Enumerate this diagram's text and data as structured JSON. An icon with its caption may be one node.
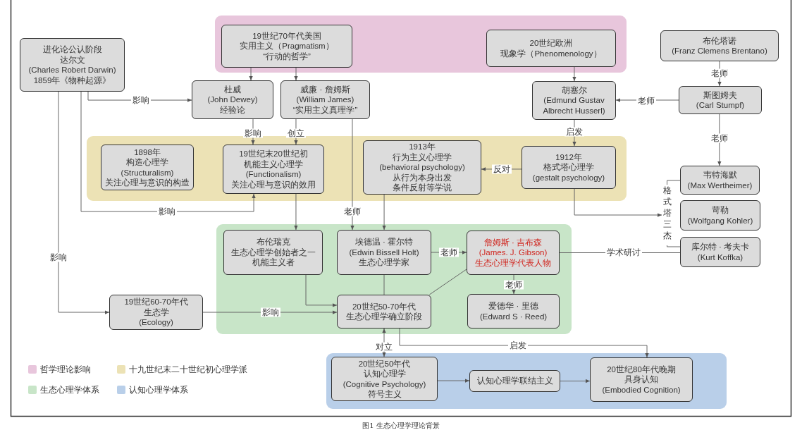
{
  "diagram": {
    "caption": "图1 生态心理学理论背景",
    "nodes": [
      {
        "text": [],
        "shape": "band"
      },
      {
        "text": [
          "19世纪70年代美国",
          "实用主义（Pragmatism）",
          "“行动的哲学”"
        ],
        "in": 0
      },
      {
        "text": [
          "20世纪欧洲",
          "现象学（Phenomenology）"
        ],
        "in": 0
      },
      {
        "text": [
          "进化论公认阶段",
          "达尔文",
          "(Charles Robert Darwin)",
          "1859年《物种起源》"
        ]
      },
      {
        "text": [
          "布伦塔诺",
          "(Franz Clemens Brentano)"
        ]
      },
      {
        "text": [
          "杜威",
          "(John Dewey)",
          "经验论"
        ]
      },
      {
        "text": [
          "威廉 · 詹姆斯",
          "(William James)",
          "“实用主义真理学”"
        ]
      },
      {
        "text": [
          "胡塞尔",
          "(Edmund Gustav Albrecht Husserl)"
        ]
      },
      {
        "text": [
          "斯图姆夫",
          "(Carl Stumpf)"
        ]
      },
      {
        "text": [],
        "shape": "band"
      },
      {
        "text": [
          "1898年",
          "构造心理学",
          "(Structuralism)",
          "关注心理与意识的构造"
        ],
        "in": 9
      },
      {
        "text": [
          "19世纪末20世纪初",
          "机能主义心理学",
          "(Functionalism)",
          "关注心理与意识的效用"
        ],
        "in": 9
      },
      {
        "text": [
          "1913年",
          "行为主义心理学",
          "(behavioral psychology)",
          "从行为本身出发",
          "条件反射等学说"
        ],
        "in": 9
      },
      {
        "text": [
          "1912年",
          "格式塔心理学",
          "(gestalt psychology)"
        ],
        "in": 9
      },
      {
        "text": [
          "韦特海默",
          "(Max Wertheimer)"
        ]
      },
      {
        "text": [
          "苛勒",
          "(Wolfgang Kohler)"
        ]
      },
      {
        "text": [
          "库尔特 · 考夫卡",
          "(Kurt Koffka)"
        ]
      },
      {
        "text": [],
        "shape": "band"
      },
      {
        "text": [
          "布伦瑞克",
          "生态心理学创始者之一",
          "机能主义者"
        ],
        "in": 17
      },
      {
        "text": [
          "埃德温 · 霍尔特",
          "(Edwin Bissell Holt)",
          "生态心理学家"
        ],
        "in": 17
      },
      {
        "text": [
          "詹姆斯 · 吉布森",
          "(James. J. Gibson)",
          "生态心理学代表人物"
        ],
        "in": 17
      },
      {
        "text": [
          "19世纪60-70年代",
          "生态学",
          "(Ecology)"
        ]
      },
      {
        "text": [
          "20世纪50-70年代",
          "生态心理学确立阶段"
        ],
        "in": 17
      },
      {
        "text": [
          "爱德华 · 里德",
          "(Edward S · Reed)"
        ],
        "in": 17
      },
      {
        "text": [],
        "shape": "band"
      },
      {
        "text": [
          "20世纪50年代",
          "认知心理学",
          "(Cognitive Psychology)",
          "符号主义"
        ],
        "in": 24
      },
      {
        "text": [
          "认知心理学联结主义"
        ],
        "in": 24
      },
      {
        "text": [
          "20世纪80年代晚期",
          "具身认知",
          "(Embodied Cognition)"
        ],
        "in": 24
      },
      {
        "text": [
          "格式塔三杰"
        ]
      }
    ],
    "edges": [
      {
        "from": 1,
        "to": 5,
        "arrow": "to"
      },
      {
        "from": 1,
        "to": 6,
        "arrow": "to"
      },
      {
        "from": 3,
        "to": 5,
        "arrow": "to",
        "label": "影响"
      },
      {
        "from": 3,
        "to": 11,
        "arrow": "to",
        "label": "影响"
      },
      {
        "from": 3,
        "to": 21,
        "arrow": "to",
        "label": "影响"
      },
      {
        "from": 5,
        "to": 11,
        "arrow": "to",
        "label": "影响"
      },
      {
        "from": 6,
        "to": 11,
        "arrow": "to",
        "label": "创立"
      },
      {
        "from": 6,
        "to": 19,
        "arrow": "to",
        "label": "老师"
      },
      {
        "from": 2,
        "to": 7,
        "arrow": "to"
      },
      {
        "from": 8,
        "to": 7,
        "arrow": "to",
        "label": "老师"
      },
      {
        "from": 4,
        "to": 8,
        "arrow": "to",
        "label": "老师"
      },
      {
        "from": 8,
        "to": 14,
        "arrow": "to",
        "label": "老师"
      },
      {
        "from": 7,
        "to": 13,
        "arrow": "to",
        "label": "启发"
      },
      {
        "from": 13,
        "to": 12,
        "arrow": "to",
        "label": "反对"
      },
      {
        "from": 13,
        "to": 28,
        "arrow": "to"
      },
      {
        "from": 11,
        "to": 18,
        "arrow": "to"
      },
      {
        "from": 12,
        "to": 19,
        "arrow": "to"
      },
      {
        "from": 19,
        "to": 20,
        "arrow": "to",
        "label": "老师"
      },
      {
        "from": 20,
        "to": 16,
        "arrow": "none",
        "label": "学术研讨"
      },
      {
        "from": 20,
        "to": 23,
        "arrow": "to",
        "label": "老师"
      },
      {
        "from": 18,
        "to": 22,
        "arrow": "to"
      },
      {
        "from": 21,
        "to": 22,
        "arrow": "to",
        "label": "影响"
      },
      {
        "from": 19,
        "to": 22,
        "arrow": "none"
      },
      {
        "from": 20,
        "to": 22,
        "arrow": "none"
      },
      {
        "from": 22,
        "to": 25,
        "arrow": "both",
        "label": "对立"
      },
      {
        "from": 22,
        "to": 27,
        "arrow": "to",
        "label": "启发"
      },
      {
        "from": 25,
        "to": 26,
        "arrow": "to"
      },
      {
        "from": 26,
        "to": 27,
        "arrow": "to"
      }
    ],
    "legend": [
      {
        "text": "哲学理论影响",
        "color": "#e8c6dc"
      },
      {
        "text": "十九世纪末二十世纪初心理学派",
        "color": "#ece2b5"
      },
      {
        "text": "生态心理学体系",
        "color": "#c8e5c8"
      },
      {
        "text": "认知心理学体系",
        "color": "#b9cfe9"
      }
    ]
  }
}
